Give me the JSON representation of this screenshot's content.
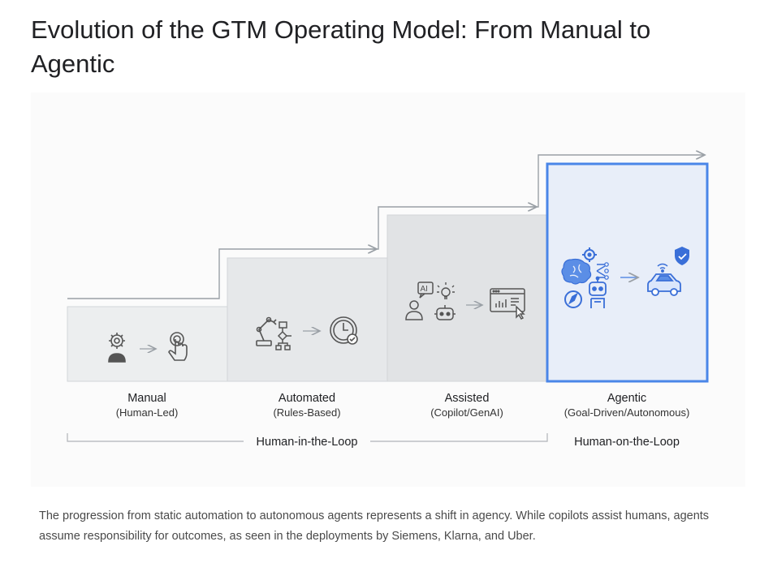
{
  "title": "Evolution of the GTM Operating Model: From Manual to Agentic",
  "stages": [
    {
      "name": "Manual",
      "subtitle": "(Human-Led)"
    },
    {
      "name": "Automated",
      "subtitle": "(Rules-Based)"
    },
    {
      "name": "Assisted",
      "subtitle": "(Copilot/GenAI)"
    },
    {
      "name": "Agentic",
      "subtitle": "(Goal-Driven/Autonomous)"
    }
  ],
  "loops": {
    "human_in": "Human-in-the-Loop",
    "human_on": "Human-on-the-Loop"
  },
  "icons": [
    "user-gear-icon",
    "touch-hand-icon",
    "robot-arm-icon",
    "flowchart-icon",
    "clock-check-icon",
    "ai-chat-user-icon",
    "lightbulb-icon",
    "bot-icon",
    "dashboard-cursor-icon",
    "brain-gear-icon",
    "compass-icon",
    "robot-icon",
    "shield-check-icon",
    "autonomous-car-icon"
  ],
  "colors": {
    "agentic_border": "#4a86e8",
    "agentic_fill": "#e8eef9",
    "icon_blue": "#3a6fd8"
  },
  "caption": "The progression from static automation to autonomous agents represents a shift in agency. While copilots assist humans, agents assume responsibility for outcomes, as seen in the deployments by Siemens, Klarna, and Uber."
}
